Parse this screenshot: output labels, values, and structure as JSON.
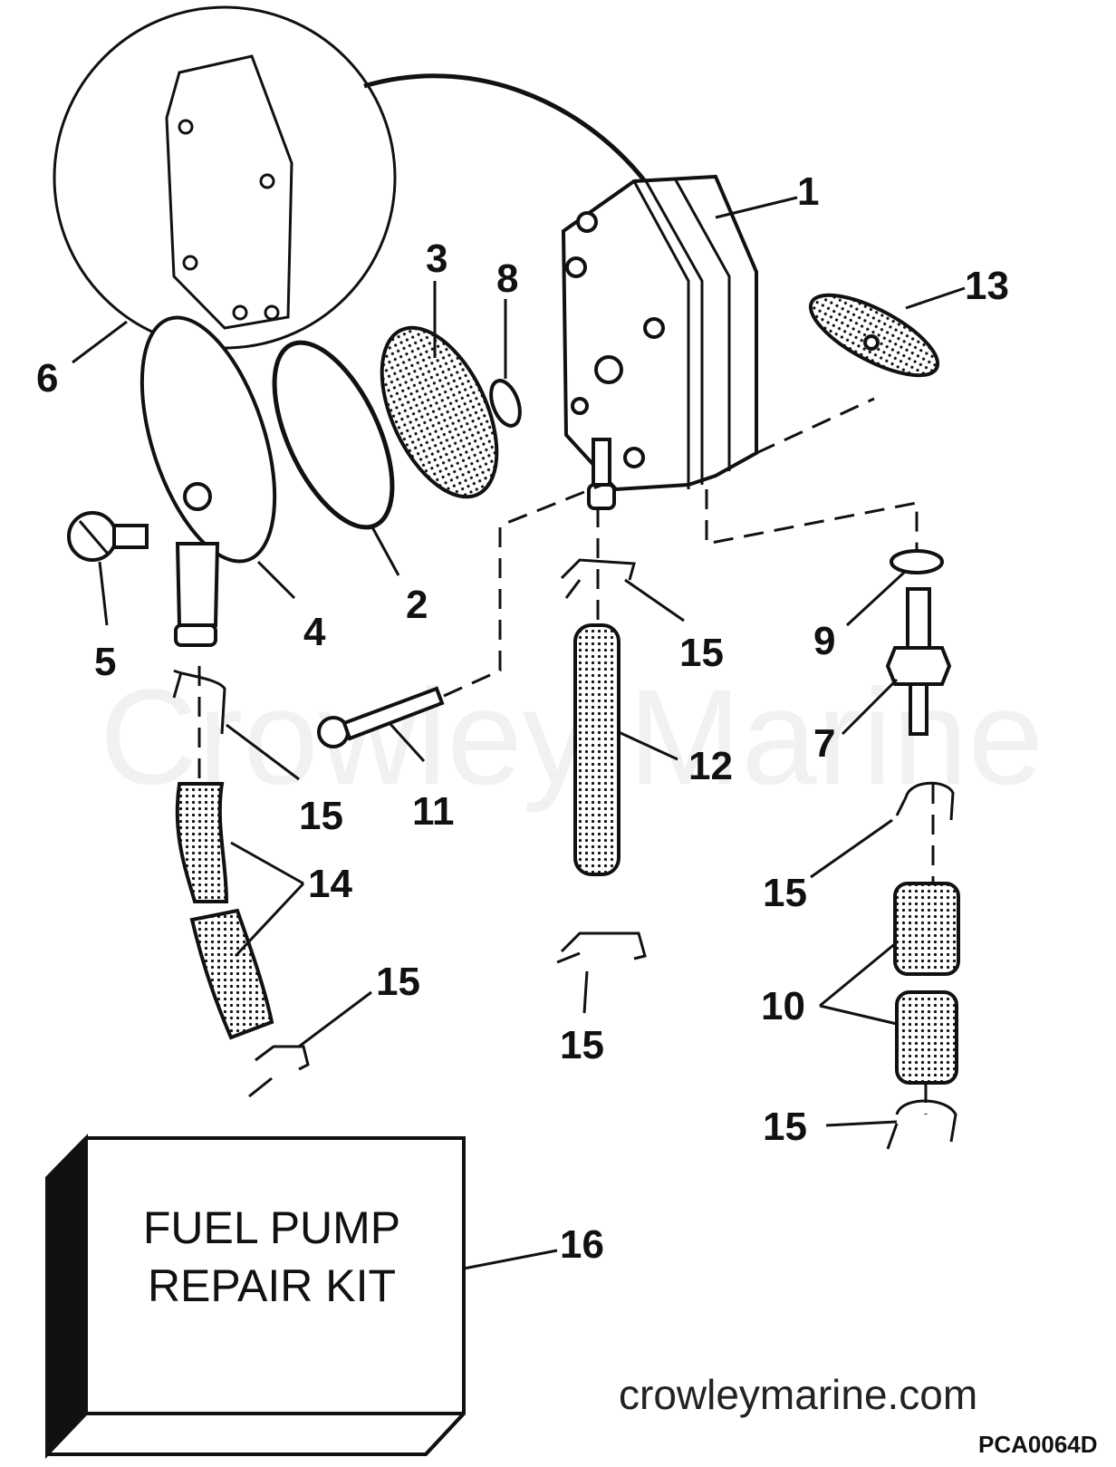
{
  "watermark": "Crowley Marine",
  "kit_label": {
    "line1": "FUEL PUMP",
    "line2": "REPAIR KIT"
  },
  "site_url": "crowleymarine.com",
  "drawing_code": "PCA0064D",
  "callouts": {
    "c1": "1",
    "c2": "2",
    "c3": "3",
    "c4": "4",
    "c5": "5",
    "c6": "6",
    "c7": "7",
    "c8": "8",
    "c9": "9",
    "c10": "10",
    "c11": "11",
    "c12": "12",
    "c13": "13",
    "c14": "14",
    "c15a": "15",
    "c15b": "15",
    "c15c": "15",
    "c15d": "15",
    "c15e": "15",
    "c15f": "15",
    "c16": "16"
  }
}
